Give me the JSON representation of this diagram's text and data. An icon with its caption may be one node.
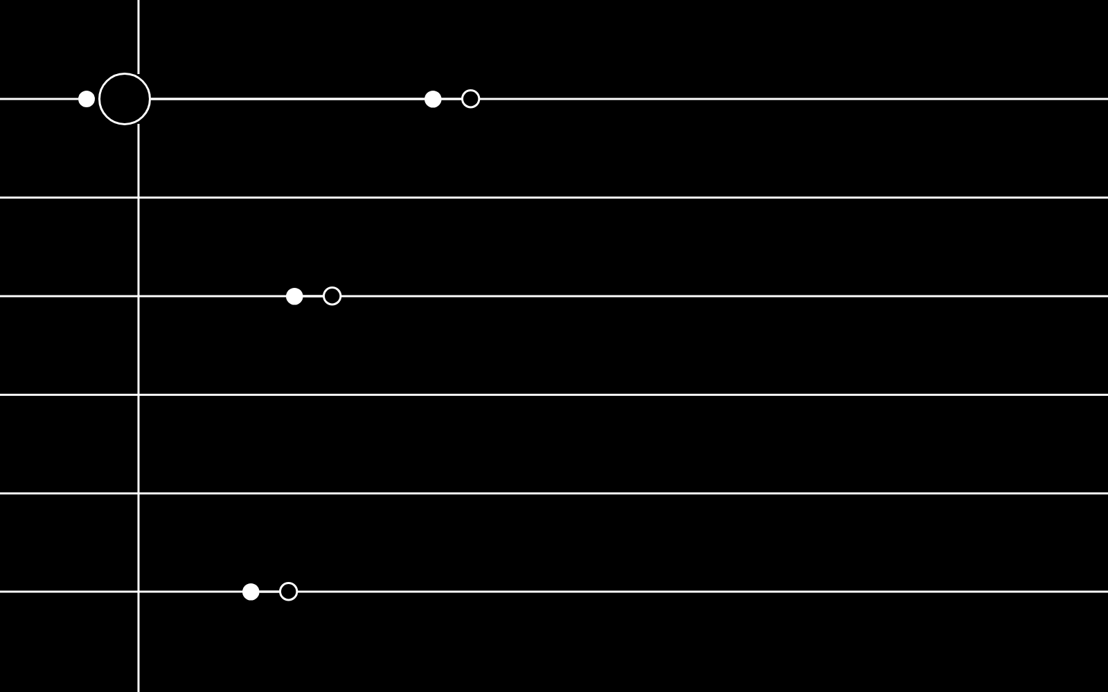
{
  "diagram": {
    "nodes": [
      {
        "text": [],
        "shape": "dot"
      },
      {
        "text": [],
        "shape": "circle"
      },
      {
        "text": [],
        "shape": "dot"
      },
      {
        "text": [],
        "shape": "circle"
      },
      {
        "text": [],
        "shape": "dot"
      },
      {
        "text": [],
        "shape": "circle"
      },
      {
        "text": [],
        "shape": "dot"
      },
      {
        "text": [],
        "shape": "circle"
      }
    ],
    "edges": [
      {
        "from": 1,
        "to": 2,
        "arrow": "none"
      },
      {
        "from": 2,
        "to": 3,
        "arrow": "none"
      },
      {
        "from": 4,
        "to": 5,
        "arrow": "none"
      },
      {
        "from": 6,
        "to": 7,
        "arrow": "none"
      }
    ]
  }
}
